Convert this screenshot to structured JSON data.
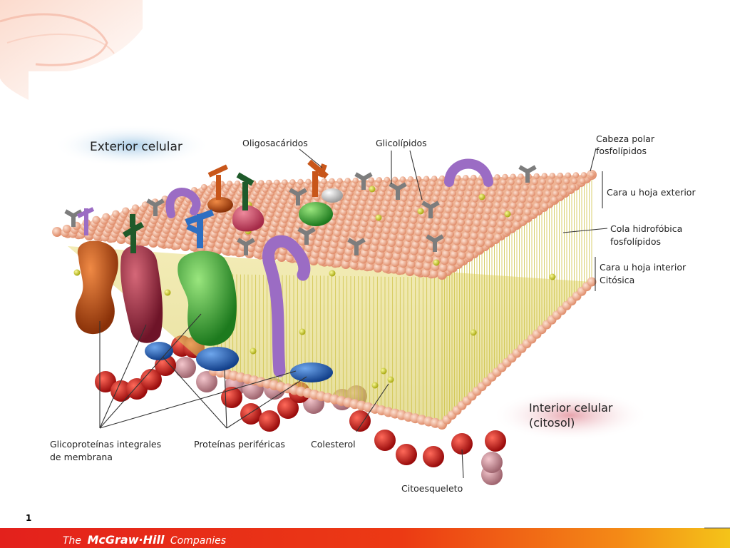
{
  "slide": {
    "page_number": "1",
    "footer_brand": {
      "the": "The",
      "mcgraw": "McGraw·Hill",
      "companies": "Companies"
    }
  },
  "diagram": {
    "regions": {
      "exterior": "Exterior celular",
      "interior_line1": "Interior celular",
      "interior_line2": "(citosol)"
    },
    "labels": {
      "oligosacaridos": "Oligosacáridos",
      "glicolipidos": "Glicolípidos",
      "cabeza_polar_1": "Cabeza polar",
      "cabeza_polar_2": "fosfolípidos",
      "cara_exterior": "Cara u hoja exterior",
      "cola_1": "Cola hidrofóbica",
      "cola_2": "fosfolípidos",
      "cara_interior_1": "Cara u hoja interior",
      "cara_interior_2": "Citósica",
      "glicoproteinas_1": "Glicoproteínas integrales",
      "glicoproteinas_2": "de membrana",
      "proteinas_perifericas": "Proteínas periféricas",
      "colesterol": "Colesterol",
      "citoesqueleto": "Citoesqueleto"
    },
    "colors": {
      "phospholipid_head": "#f0a98a",
      "phospholipid_tail": "#d6d24a",
      "cholesterol": "#d9dc2a",
      "glycolipid": "#7d7d7d",
      "protein_orange": "#c8561a",
      "protein_maroon": "#a8344a",
      "protein_green": "#3fae3a",
      "peripheral_blue": "#2e6fc2",
      "cytoskeleton_red": "#c21a1a",
      "cytoskeleton_pink": "#c98a94",
      "channel_purple": "#9b6cc4",
      "footer_red": "#e3211c",
      "footer_yellow": "#f4c419"
    }
  }
}
